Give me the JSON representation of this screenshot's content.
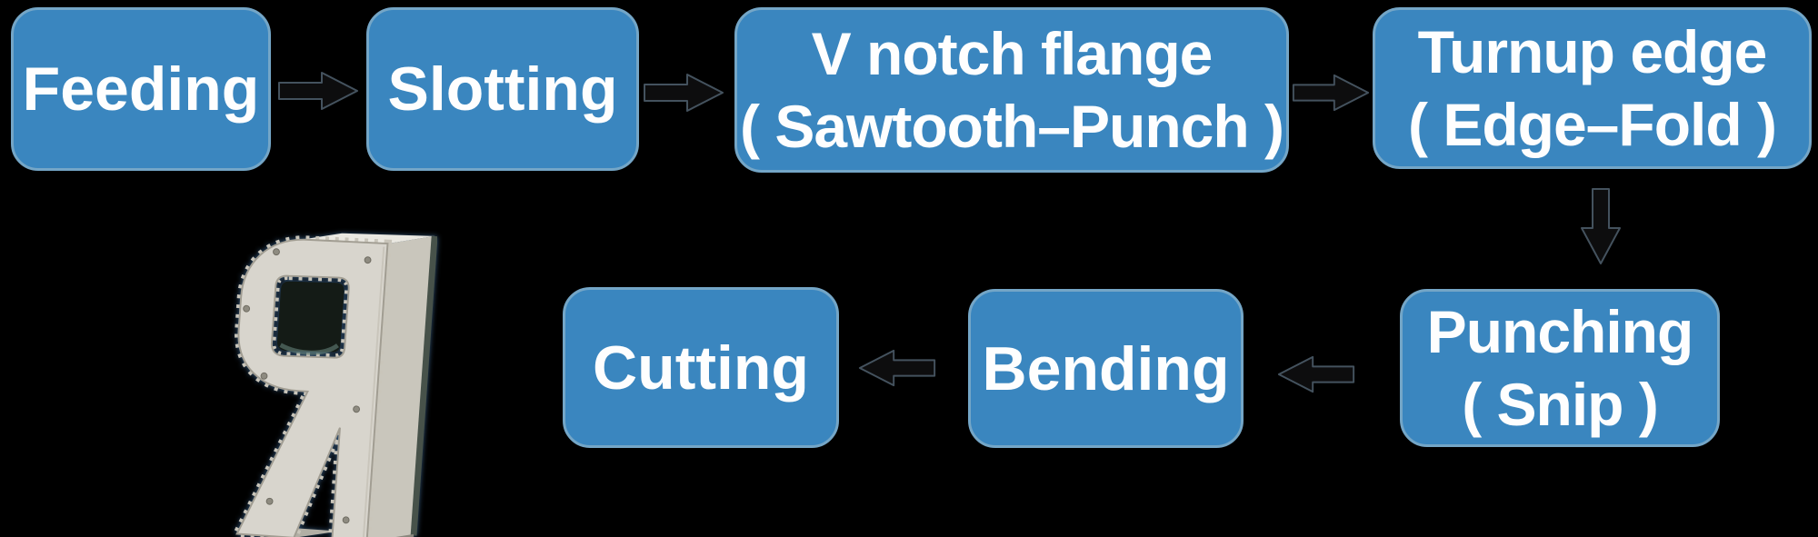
{
  "theme": {
    "canvas_bg": "#000000",
    "box_fill": "#3a86bf",
    "box_border": "#74a6c7",
    "text_color": "#fefefe",
    "arrow_fill": "#0d0d0e",
    "arrow_outline": "#44525e",
    "letter_face": "#d8d5cd",
    "letter_side": "#c9c6bc",
    "letter_top": "#eae8e1",
    "letter_trim": "#47524a",
    "letter_hole": "#141b16"
  },
  "flow": {
    "steps": [
      {
        "id": "feeding",
        "lines": [
          "Feeding"
        ]
      },
      {
        "id": "slotting",
        "lines": [
          "Slotting"
        ]
      },
      {
        "id": "v-notch-flange",
        "lines": [
          "V notch flange",
          "( Sawtooth–Punch )"
        ]
      },
      {
        "id": "turnup-edge",
        "lines": [
          "Turnup edge",
          "( Edge–Fold )"
        ]
      },
      {
        "id": "punching",
        "lines": [
          "Punching",
          "( Snip )"
        ]
      },
      {
        "id": "bending",
        "lines": [
          "Bending"
        ]
      },
      {
        "id": "cutting",
        "lines": [
          "Cutting"
        ]
      }
    ],
    "arrows": [
      {
        "from": "feeding",
        "to": "slotting",
        "direction": "right"
      },
      {
        "from": "slotting",
        "to": "v-notch-flange",
        "direction": "right"
      },
      {
        "from": "v-notch-flange",
        "to": "turnup-edge",
        "direction": "right"
      },
      {
        "from": "turnup-edge",
        "to": "punching",
        "direction": "down"
      },
      {
        "from": "punching",
        "to": "bending",
        "direction": "left"
      },
      {
        "from": "bending",
        "to": "cutting",
        "direction": "left"
      }
    ]
  },
  "photo": {
    "description": "Fabricated metal channel letter R (shown mirrored) with notched flange and folded return",
    "letter": "R"
  }
}
